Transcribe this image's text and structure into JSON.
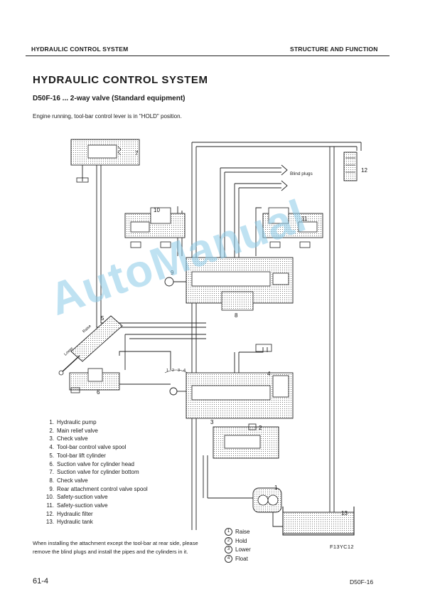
{
  "header": {
    "left": "HYDRAULIC CONTROL SYSTEM",
    "right": "STRUCTURE AND FUNCTION"
  },
  "title": "HYDRAULIC CONTROL SYSTEM",
  "subtitle": "D50F-16 ... 2-way valve (Standard equipment)",
  "condition": "Engine running, tool-bar control lever is in \"HOLD\" position.",
  "diagram": {
    "blind_plugs_label": "Blind plugs",
    "callouts": [
      "1",
      "2",
      "3",
      "4",
      "5",
      "6",
      "7",
      "8",
      "9",
      "10",
      "11",
      "12",
      "13"
    ],
    "lever_label_raise": "Raise",
    "lever_label_lower": "Lower",
    "lever_positions": [
      "1",
      "2",
      "3",
      "4"
    ],
    "figure_id": "F13YC12"
  },
  "legend": [
    {
      "num": "1.",
      "text": "Hydraulic pump"
    },
    {
      "num": "2.",
      "text": "Main relief valve"
    },
    {
      "num": "3.",
      "text": "Check valve"
    },
    {
      "num": "4.",
      "text": "Tool-bar control valve spool"
    },
    {
      "num": "5.",
      "text": "Tool-bar lift cylinder"
    },
    {
      "num": "6.",
      "text": "Suction valve for cylinder head"
    },
    {
      "num": "7.",
      "text": "Suction valve for cylinder bottom"
    },
    {
      "num": "8.",
      "text": "Check valve"
    },
    {
      "num": "9.",
      "text": "Rear attachment control valve spool"
    },
    {
      "num": "10.",
      "text": "Safety-suction valve"
    },
    {
      "num": "11.",
      "text": "Safety-suction valve"
    },
    {
      "num": "12.",
      "text": "Hydraulic filter"
    },
    {
      "num": "13.",
      "text": "Hydraulic tank"
    }
  ],
  "positions": [
    {
      "num": "1",
      "text": "Raise"
    },
    {
      "num": "2",
      "text": "Hold"
    },
    {
      "num": "3",
      "text": "Lower"
    },
    {
      "num": "4",
      "text": "Float"
    }
  ],
  "note": "When installing the attachment except the tool-bar at rear side, please remove the blind plugs and install the pipes and the cylinders in it.",
  "footer": {
    "page": "61-4",
    "model": "D50F-16"
  },
  "watermark": "AutoManual",
  "colors": {
    "ink": "#1a1a1a",
    "watermark": "#8ccbe8"
  }
}
